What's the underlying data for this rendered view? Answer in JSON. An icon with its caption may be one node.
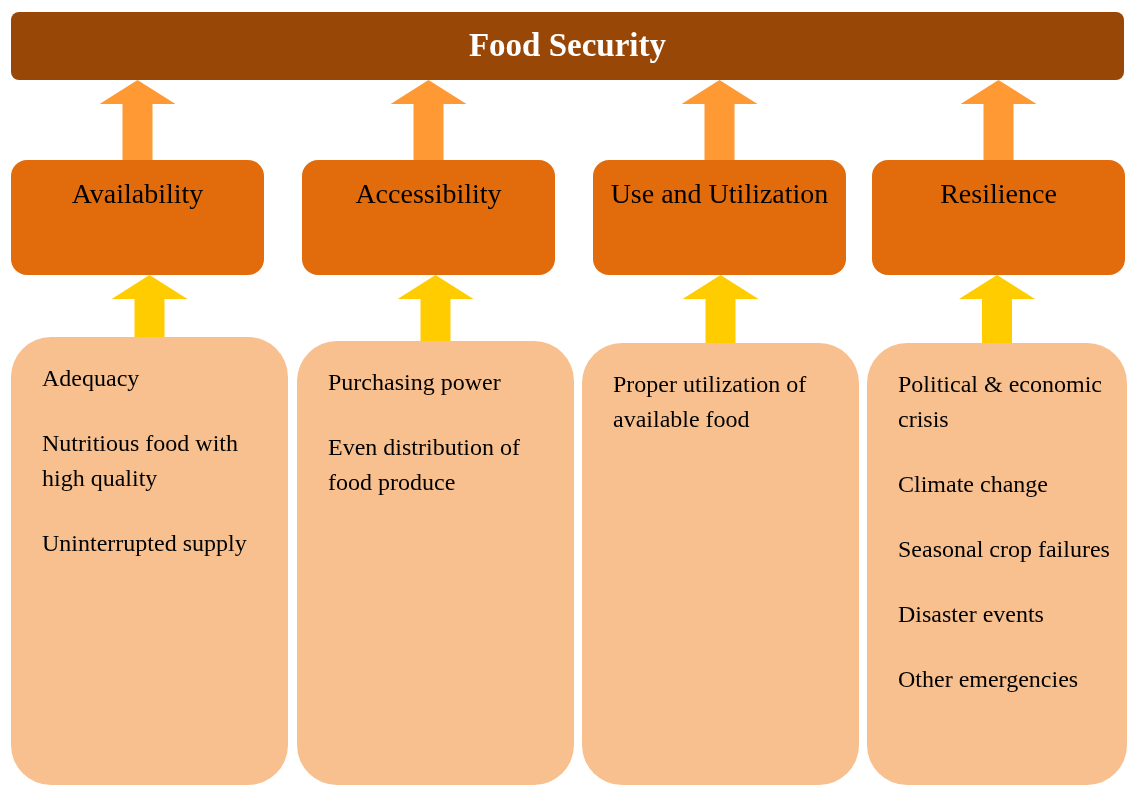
{
  "diagram": {
    "nodes": [
      {
        "text": [
          "Food Security"
        ]
      },
      {
        "text": [
          "Availability"
        ]
      },
      {
        "text": [
          "Accessibility"
        ]
      },
      {
        "text": [
          "Use and Utilization"
        ]
      },
      {
        "text": [
          "Resilience"
        ]
      },
      {
        "text": [
          "Adequacy",
          "Nutritious food with high quality",
          "Uninterrupted supply"
        ]
      },
      {
        "text": [
          "Purchasing power",
          "Even distribution of food produce"
        ]
      },
      {
        "text": [
          "Proper utilization of available food"
        ]
      },
      {
        "text": [
          "Political & economic crisis",
          "Climate change",
          "Seasonal crop failures",
          "Disaster events",
          "Other emergencies"
        ]
      }
    ],
    "edges": [
      {
        "from": 1,
        "to": 0,
        "arrow": "to",
        "color": "#ff9933"
      },
      {
        "from": 2,
        "to": 0,
        "arrow": "to",
        "color": "#ff9933"
      },
      {
        "from": 3,
        "to": 0,
        "arrow": "to",
        "color": "#ff9933"
      },
      {
        "from": 4,
        "to": 0,
        "arrow": "to",
        "color": "#ff9933"
      },
      {
        "from": 5,
        "to": 1,
        "arrow": "to"
      },
      {
        "from": 6,
        "to": 2,
        "arrow": "to"
      },
      {
        "from": 7,
        "to": 3,
        "arrow": "to"
      },
      {
        "from": 8,
        "to": 4,
        "arrow": "to"
      }
    ]
  }
}
